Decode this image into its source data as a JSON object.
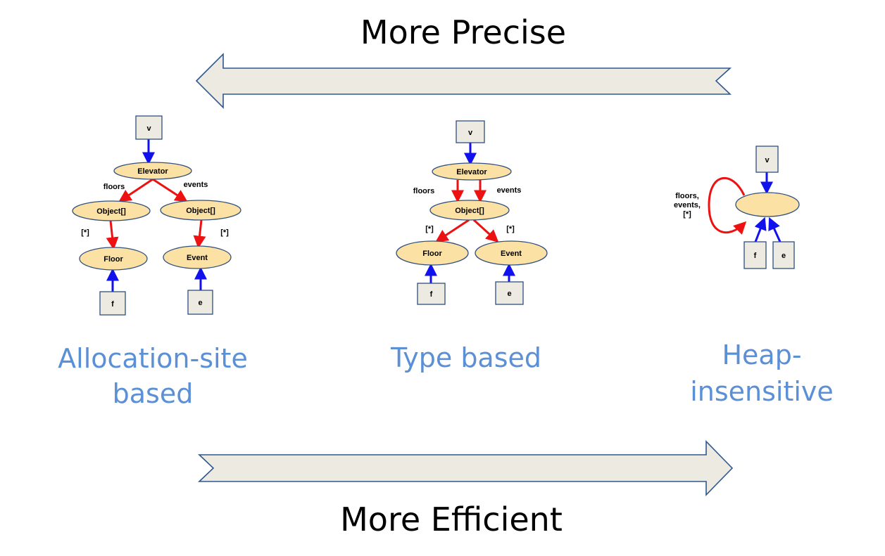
{
  "colors": {
    "arrow_fill": "#ECEAE1",
    "arrow_stroke": "#2F5791",
    "heap_node_fill": "#FCE1A5",
    "heap_node_stroke": "#2F4F7F",
    "var_box_fill": "#ECEAE1",
    "var_box_stroke": "#2F4F7F",
    "field_edge": "#EE1111",
    "points_to_edge": "#1111EE",
    "approach_label": "#5B8FD6"
  },
  "top_banner": {
    "label": "More Precise",
    "direction": "left"
  },
  "bottom_banner": {
    "label": "More Efficient",
    "direction": "right"
  },
  "approaches": [
    {
      "name": "allocation-site",
      "label_lines": [
        "Allocation-site",
        "based"
      ],
      "variables": [
        {
          "id": "v",
          "label": "v"
        },
        {
          "id": "f",
          "label": "f"
        },
        {
          "id": "e",
          "label": "e"
        }
      ],
      "heap_nodes": [
        {
          "id": "elevator",
          "label": "Elevator"
        },
        {
          "id": "floors_arr",
          "label": "Object[]"
        },
        {
          "id": "events_arr",
          "label": "Object[]"
        },
        {
          "id": "floor",
          "label": "Floor"
        },
        {
          "id": "event",
          "label": "Event"
        }
      ],
      "field_edges": [
        {
          "from": "elevator",
          "to": "floors_arr",
          "label": "floors"
        },
        {
          "from": "elevator",
          "to": "events_arr",
          "label": "events"
        },
        {
          "from": "floors_arr",
          "to": "floor",
          "label": "[*]"
        },
        {
          "from": "events_arr",
          "to": "event",
          "label": "[*]"
        }
      ],
      "points_to": [
        {
          "from": "v",
          "to": "elevator"
        },
        {
          "from": "f",
          "to": "floor"
        },
        {
          "from": "e",
          "to": "event"
        }
      ]
    },
    {
      "name": "type-based",
      "label_lines": [
        "Type based"
      ],
      "variables": [
        {
          "id": "v",
          "label": "v"
        },
        {
          "id": "f",
          "label": "f"
        },
        {
          "id": "e",
          "label": "e"
        }
      ],
      "heap_nodes": [
        {
          "id": "elevator",
          "label": "Elevator"
        },
        {
          "id": "array",
          "label": "Object[]"
        },
        {
          "id": "floor",
          "label": "Floor"
        },
        {
          "id": "event",
          "label": "Event"
        }
      ],
      "field_edges": [
        {
          "from": "elevator",
          "to": "array",
          "label": "floors"
        },
        {
          "from": "elevator",
          "to": "array",
          "label": "events"
        },
        {
          "from": "array",
          "to": "floor",
          "label": "[*]"
        },
        {
          "from": "array",
          "to": "event",
          "label": "[*]"
        }
      ],
      "points_to": [
        {
          "from": "v",
          "to": "elevator"
        },
        {
          "from": "f",
          "to": "floor"
        },
        {
          "from": "e",
          "to": "event"
        }
      ]
    },
    {
      "name": "heap-insensitive",
      "label_lines": [
        "Heap-",
        "insensitive"
      ],
      "variables": [
        {
          "id": "v",
          "label": "v"
        },
        {
          "id": "f",
          "label": "f"
        },
        {
          "id": "e",
          "label": "e"
        }
      ],
      "heap_nodes": [
        {
          "id": "heap",
          "label": ""
        }
      ],
      "field_edges": [
        {
          "from": "heap",
          "to": "heap",
          "label_lines": [
            "floors,",
            "events,",
            "[*]"
          ]
        }
      ],
      "points_to": [
        {
          "from": "v",
          "to": "heap"
        },
        {
          "from": "f",
          "to": "heap"
        },
        {
          "from": "e",
          "to": "heap"
        }
      ]
    }
  ]
}
